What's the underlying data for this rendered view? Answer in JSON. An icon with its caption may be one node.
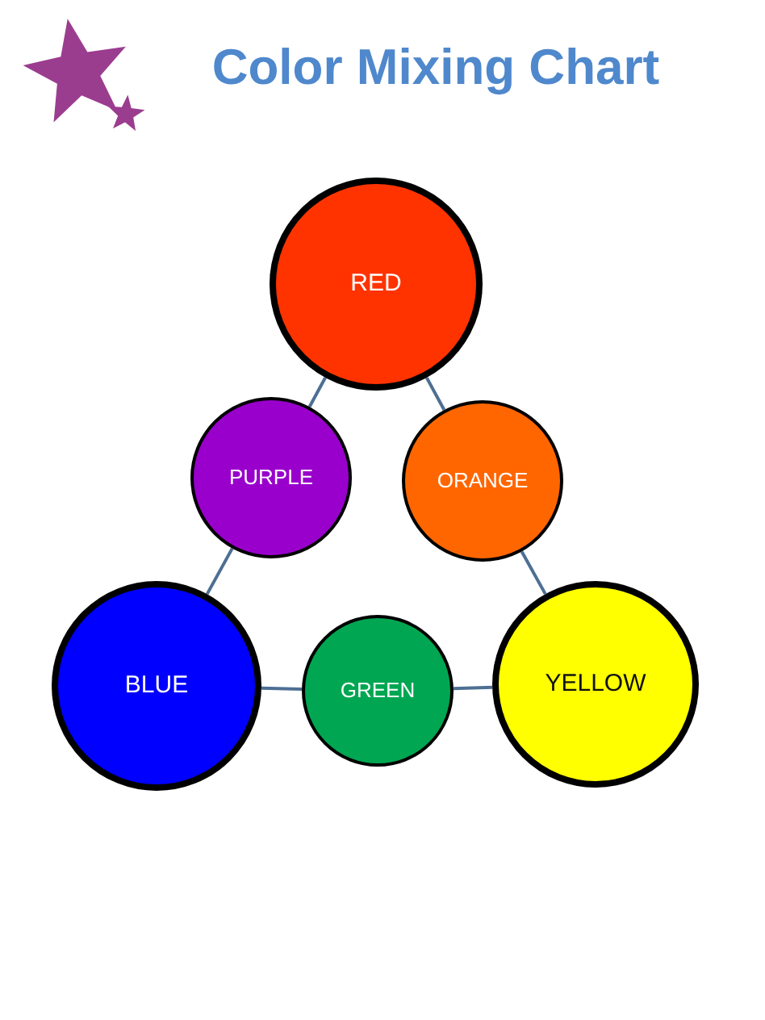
{
  "diagram": {
    "title": "Color Mixing Chart",
    "nodes": [
      {
        "text": [
          "RED"
        ]
      },
      {
        "text": [
          "PURPLE"
        ]
      },
      {
        "text": [
          "ORANGE"
        ]
      },
      {
        "text": [
          "BLUE"
        ]
      },
      {
        "text": [
          "GREEN"
        ]
      },
      {
        "text": [
          "YELLOW"
        ]
      }
    ],
    "edges": [
      {
        "from": 0,
        "to": 1,
        "arrow": "none"
      },
      {
        "from": 0,
        "to": 2,
        "arrow": "none"
      },
      {
        "from": 1,
        "to": 3,
        "arrow": "none"
      },
      {
        "from": 2,
        "to": 5,
        "arrow": "none"
      },
      {
        "from": 3,
        "to": 4,
        "arrow": "none"
      },
      {
        "from": 4,
        "to": 5,
        "arrow": "none"
      }
    ]
  }
}
